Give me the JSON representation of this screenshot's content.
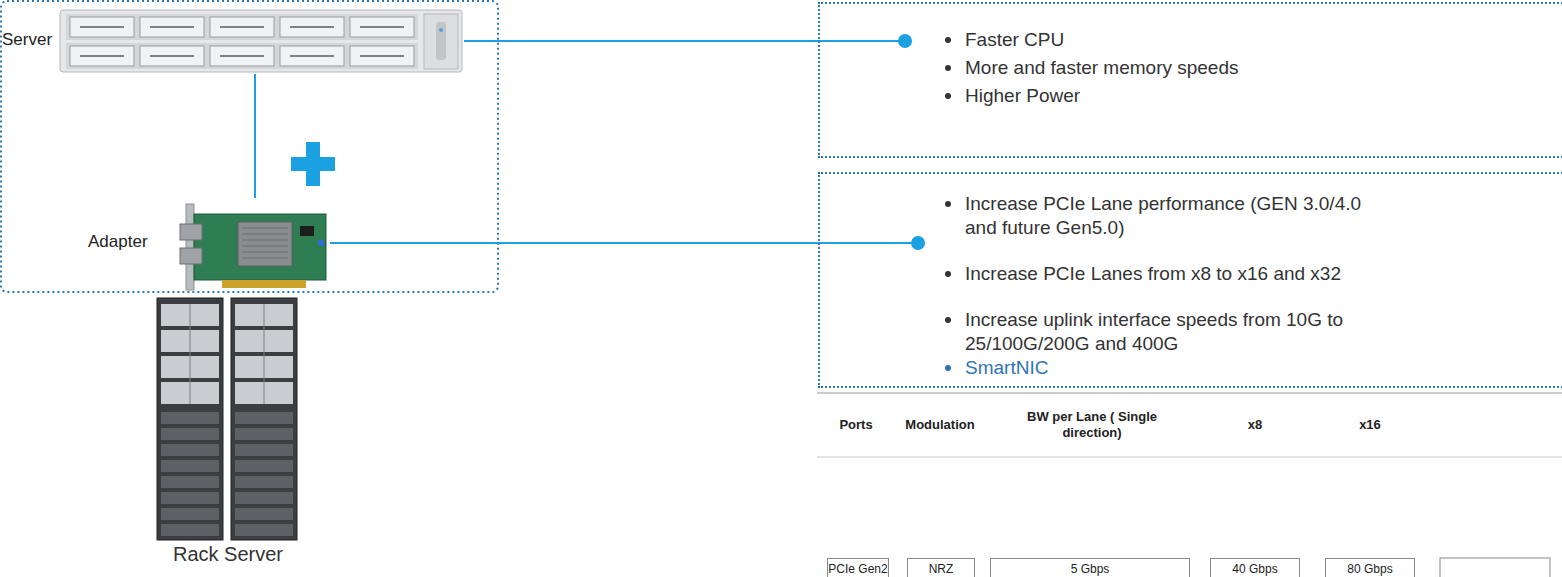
{
  "diagram": {
    "nodes": [
      {
        "text": [
          "Server"
        ]
      },
      {
        "text": [
          "Adapter"
        ]
      },
      {
        "text": [
          "Faster CPU",
          "More and faster memory speeds",
          "Higher Power"
        ]
      },
      {
        "text": [
          "Increase PCIe Lane performance (GEN 3.0/4.0 and future Gen5.0)",
          "Increase PCIe Lanes from x8 to x16 and x32",
          "Increase uplink interface speeds from 10G to 25/100G/200G and 400G",
          "SmartNIC"
        ]
      }
    ],
    "edges": [
      {
        "from": 0,
        "to": 2,
        "arrow": "none"
      },
      {
        "from": 1,
        "to": 3,
        "arrow": "none"
      },
      {
        "from": 0,
        "to": 1,
        "arrow": "none"
      }
    ],
    "labels": [
      "Rack Server",
      "Ports",
      "Modulation",
      "BW per Lane ( Single direction)",
      "x8",
      "x16",
      "PCIe Gen2",
      "NRZ",
      "5 Gbps",
      "40 Gbps",
      "80 Gbps"
    ]
  }
}
